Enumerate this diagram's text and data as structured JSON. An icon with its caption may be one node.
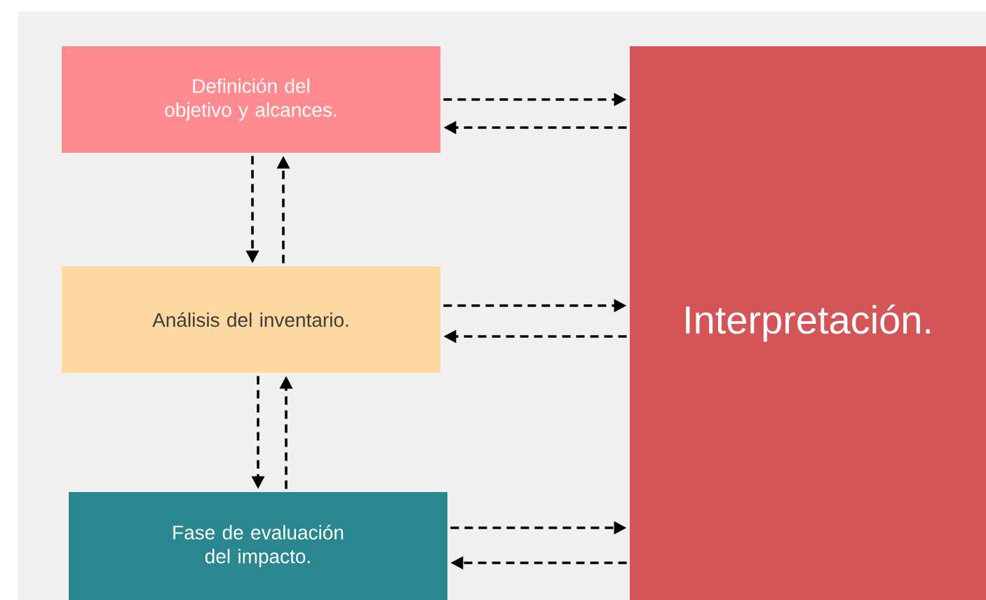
{
  "diagram": {
    "nodes": [
      {
        "text": [
          "Definición del objetivo y alcances."
        ]
      },
      {
        "text": [
          "Análisis del inventario."
        ]
      },
      {
        "text": [
          "Fase de evaluación del impacto."
        ]
      },
      {
        "text": [
          "Interpretación."
        ]
      }
    ],
    "edges": [
      {
        "from": 0,
        "to": 3,
        "arrow": "to",
        "style": "dashed"
      },
      {
        "from": 3,
        "to": 0,
        "arrow": "to",
        "style": "dashed"
      },
      {
        "from": 0,
        "to": 1,
        "arrow": "to",
        "style": "dashed"
      },
      {
        "from": 1,
        "to": 0,
        "arrow": "to",
        "style": "dashed"
      },
      {
        "from": 1,
        "to": 3,
        "arrow": "to",
        "style": "dashed"
      },
      {
        "from": 3,
        "to": 1,
        "arrow": "to",
        "style": "dashed"
      },
      {
        "from": 1,
        "to": 2,
        "arrow": "to",
        "style": "dashed"
      },
      {
        "from": 2,
        "to": 1,
        "arrow": "to",
        "style": "dashed"
      },
      {
        "from": 2,
        "to": 3,
        "arrow": "to",
        "style": "dashed"
      },
      {
        "from": 3,
        "to": 2,
        "arrow": "to",
        "style": "dashed"
      }
    ]
  }
}
